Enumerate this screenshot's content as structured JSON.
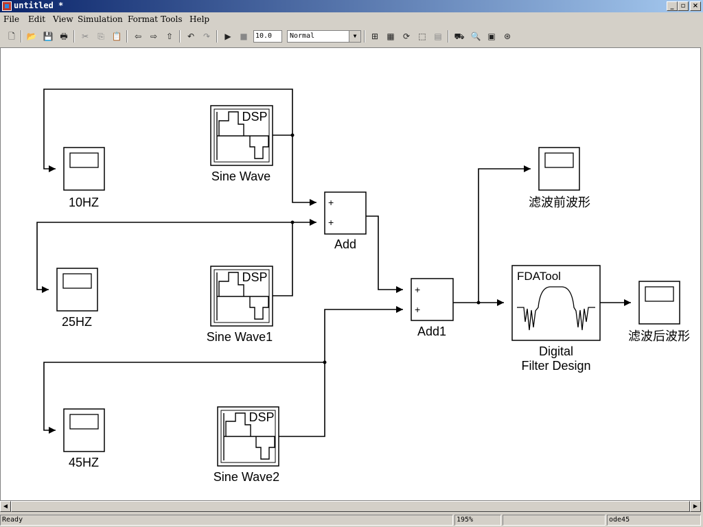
{
  "window": {
    "title": "untitled *"
  },
  "menu": [
    "File",
    "Edit",
    "View",
    "Simulation",
    "Format",
    "Tools",
    "Help"
  ],
  "toolbar": {
    "stop_time": "10.0",
    "sim_mode": "Normal"
  },
  "blocks": {
    "scope_10": "10HZ",
    "scope_25": "25HZ",
    "scope_45": "45HZ",
    "sine1": "Sine Wave",
    "sine2": "Sine Wave1",
    "sine3": "Sine Wave2",
    "dsp": "DSP",
    "add": "Add",
    "add1": "Add1",
    "plus": "+",
    "fda_title": "FDATool",
    "fda_label1": "Digital",
    "fda_label2": "Filter Design",
    "scope_pre": "滤波前波形",
    "scope_post": "滤波后波形"
  },
  "status": {
    "ready": "Ready",
    "zoom": "195%",
    "solver": "ode45"
  }
}
